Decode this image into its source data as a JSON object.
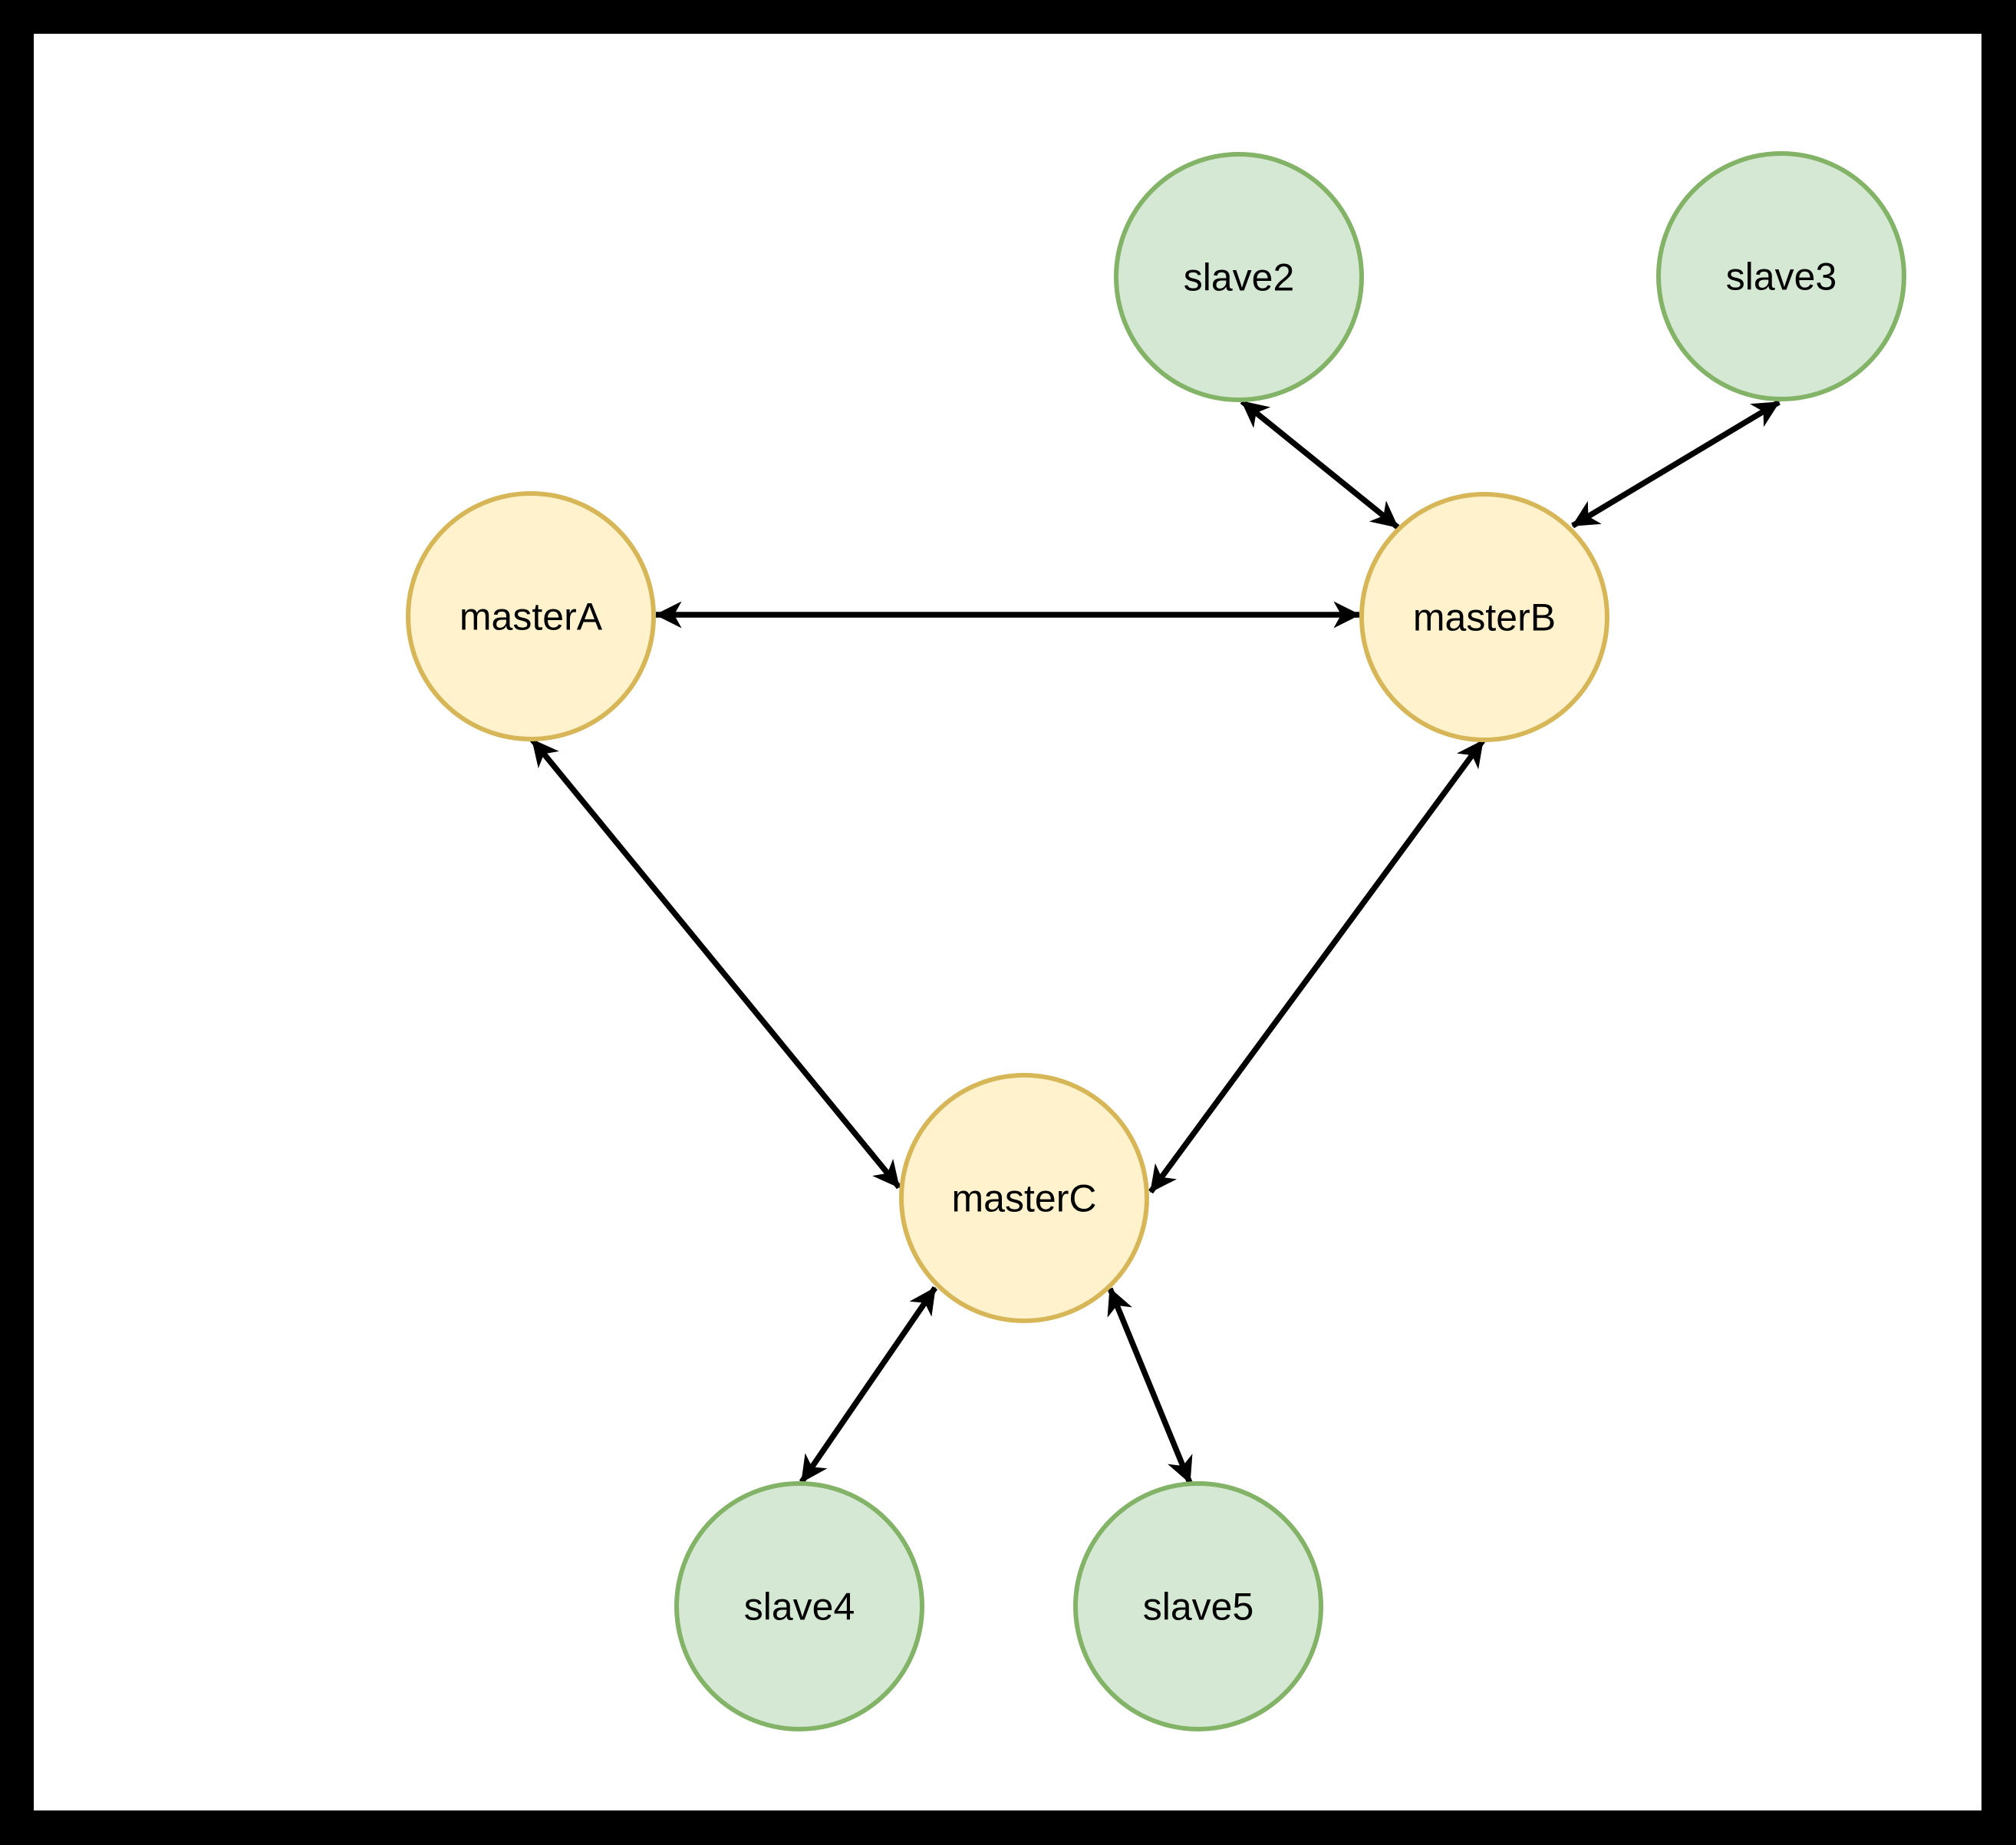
{
  "diagram": {
    "type": "network-topology",
    "nodes": [
      {
        "id": "masterA",
        "label": "masterA",
        "role": "master"
      },
      {
        "id": "masterB",
        "label": "masterB",
        "role": "master"
      },
      {
        "id": "masterC",
        "label": "masterC",
        "role": "master"
      },
      {
        "id": "slave2",
        "label": "slave2",
        "role": "slave"
      },
      {
        "id": "slave3",
        "label": "slave3",
        "role": "slave"
      },
      {
        "id": "slave4",
        "label": "slave4",
        "role": "slave"
      },
      {
        "id": "slave5",
        "label": "slave5",
        "role": "slave"
      }
    ],
    "edges": [
      {
        "from": "masterA",
        "to": "masterB",
        "style": "bidirectional-arrow"
      },
      {
        "from": "masterA",
        "to": "masterC",
        "style": "bidirectional-arrow"
      },
      {
        "from": "masterB",
        "to": "masterC",
        "style": "bidirectional-arrow"
      },
      {
        "from": "slave2",
        "to": "masterB",
        "style": "bidirectional-arrow"
      },
      {
        "from": "slave3",
        "to": "masterB",
        "style": "bidirectional-arrow"
      },
      {
        "from": "masterC",
        "to": "slave4",
        "style": "bidirectional-arrow"
      },
      {
        "from": "masterC",
        "to": "slave5",
        "style": "bidirectional-arrow"
      }
    ],
    "colors": {
      "master_fill": "#FFF2CC",
      "master_stroke": "#D6B656",
      "slave_fill": "#D5E8D4",
      "slave_stroke": "#82B366",
      "edge": "#000000",
      "frame": "#000000",
      "background": "#FFFFFF"
    }
  }
}
